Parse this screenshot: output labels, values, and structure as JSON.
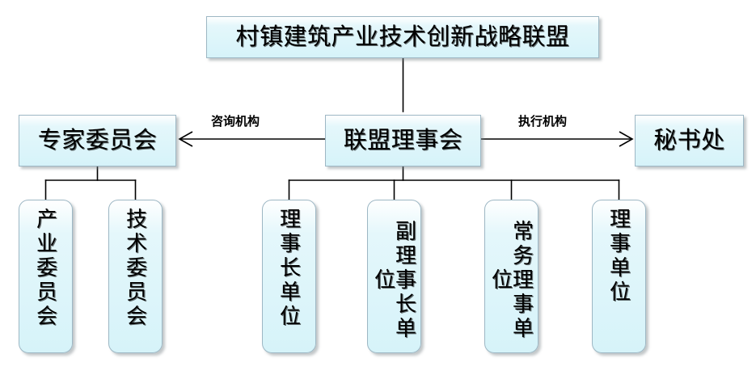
{
  "diagram": {
    "type": "organizational-chart",
    "title_node": {
      "id": "alliance",
      "label": "村镇建筑产业技术创新战略联盟"
    },
    "tier2": [
      {
        "id": "expert-committee",
        "label": "专家委员会"
      },
      {
        "id": "alliance-council",
        "label": "联盟理事会"
      },
      {
        "id": "secretariat",
        "label": "秘书处"
      }
    ],
    "edge_labels": [
      {
        "id": "advisory",
        "label": "咨询机构"
      },
      {
        "id": "executive",
        "label": "执行机构"
      }
    ],
    "expert_children": [
      {
        "id": "industry-committee",
        "label": "产业委员会"
      },
      {
        "id": "technology-committee",
        "label": "技术委员会"
      }
    ],
    "council_children": [
      {
        "id": "chairman-unit",
        "label": "理事长单位"
      },
      {
        "id": "vice-chairman-unit",
        "label": "副理事长单位"
      },
      {
        "id": "standing-director-unit",
        "label": "常务理事单位"
      },
      {
        "id": "director-unit",
        "label": "理事单位"
      }
    ],
    "colors": {
      "node_fill_top": "#ffffff",
      "node_fill_mid": "#e4f7fb",
      "node_fill_bottom": "#d6f3f9",
      "node_border": "#9db7c4",
      "connector": "#000000",
      "text": "#000000",
      "background": "#ffffff"
    }
  }
}
